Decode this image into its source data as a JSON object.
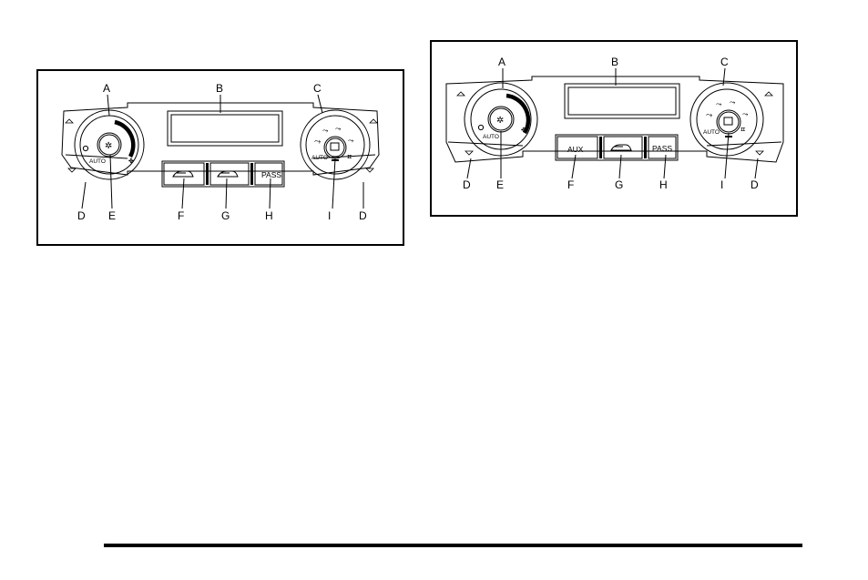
{
  "figures": [
    {
      "callouts": {
        "A": "A",
        "B": "B",
        "C": "C",
        "D": "D",
        "E": "E",
        "F": "F",
        "G": "G",
        "H": "H",
        "I": "I"
      },
      "knob_left_label": "AUTO",
      "knob_right_label": "AUTO",
      "buttons": [
        "",
        "",
        "PASS"
      ]
    },
    {
      "callouts": {
        "A": "A",
        "B": "B",
        "C": "C",
        "D": "D",
        "E": "E",
        "F": "F",
        "G": "G",
        "H": "H",
        "I": "I"
      },
      "knob_left_label": "AUTO",
      "knob_right_label": "AUTO",
      "buttons": [
        "AUX",
        "",
        "PASS"
      ]
    }
  ]
}
